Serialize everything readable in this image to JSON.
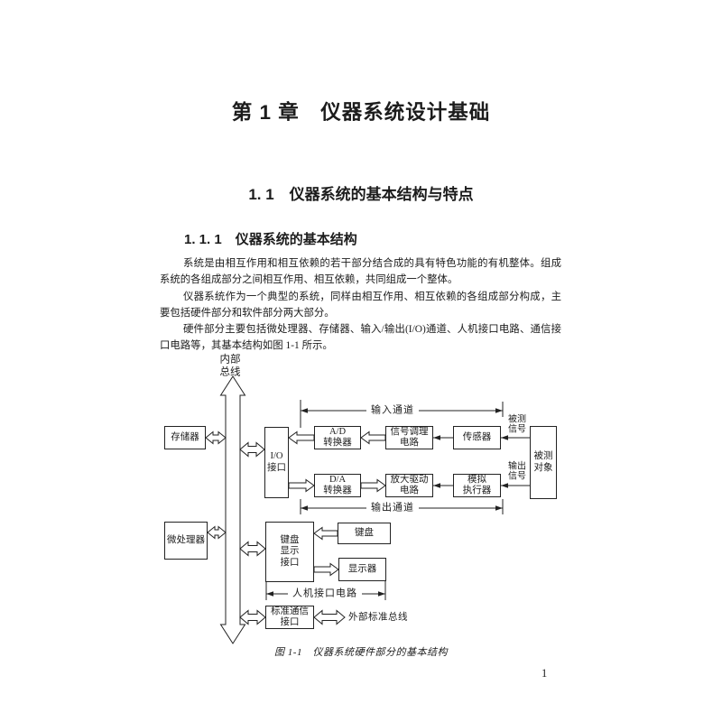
{
  "page": {
    "chapter_title": "第 1 章　仪器系统设计基础",
    "section_title": "1. 1　仪器系统的基本结构与特点",
    "subsection_title": "1. 1. 1　仪器系统的基本结构",
    "paragraphs": [
      "系统是由相互作用和相互依赖的若干部分结合成的具有特色功能的有机整体。组成系统的各组成部分之间相互作用、相互依赖，共同组成一个整体。",
      "仪器系统作为一个典型的系统，同样由相互作用、相互依赖的各组成部分构成，主要包括硬件部分和软件部分两大部分。",
      "硬件部分主要包括微处理器、存储器、输入/输出(I/O)通道、人机接口电路、通信接口电路等，其基本结构如图 1-1 所示。"
    ],
    "figure_caption": "图 1-1　仪器系统硬件部分的基本结构",
    "page_number": "1"
  },
  "diagram": {
    "bus_label": "内部\n总线",
    "boxes": {
      "memory": "存储器",
      "io": "I/O\n接口",
      "adc": "A/D\n转换器",
      "signal_cond": "信号调理\n电路",
      "sensor": "传感器",
      "object": "被测\n对象",
      "dac": "D/A\n转换器",
      "amp_drive": "放大驱动\n电路",
      "actuator": "模拟\n执行器",
      "mcu": "微处理器",
      "kbd_disp_if": "键盘\n显示\n接口",
      "keyboard": "键盘",
      "display": "显示器",
      "comm_if": "标准通信\n接口"
    },
    "labels": {
      "input_channel": "输入通道",
      "output_channel": "输出通道",
      "measured_signal": "被测\n信号",
      "output_signal": "输出\n信号",
      "hmi_circuit": "人机接口电路",
      "ext_bus": "外部标准总线"
    },
    "line_color": "#222222"
  }
}
